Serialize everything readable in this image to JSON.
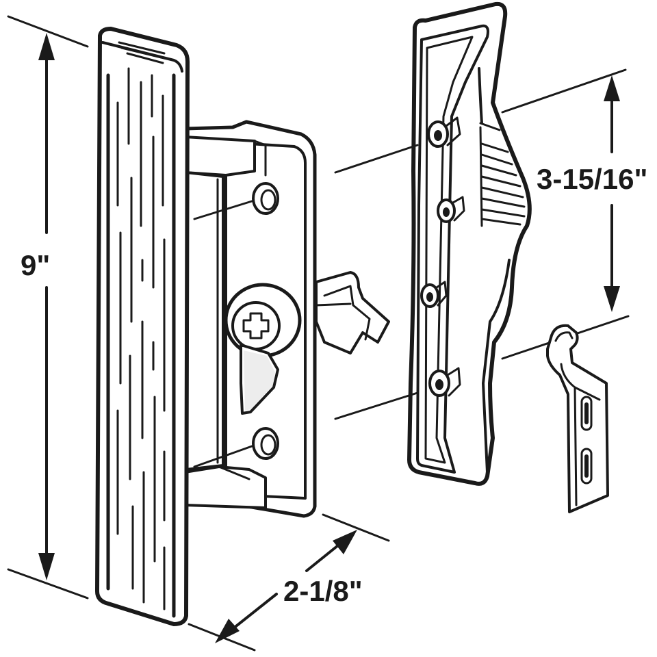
{
  "diagram": {
    "dimensions": {
      "height_label": "9\"",
      "depth_label": "2-1/8\"",
      "hole_spacing_label": "3-15/16\""
    },
    "parts": [
      "outside-pull-handle",
      "latch-mechanism",
      "inside-handle",
      "keeper-bracket"
    ],
    "colors": {
      "ink": "#1a1a1a",
      "paper": "#ffffff"
    }
  }
}
